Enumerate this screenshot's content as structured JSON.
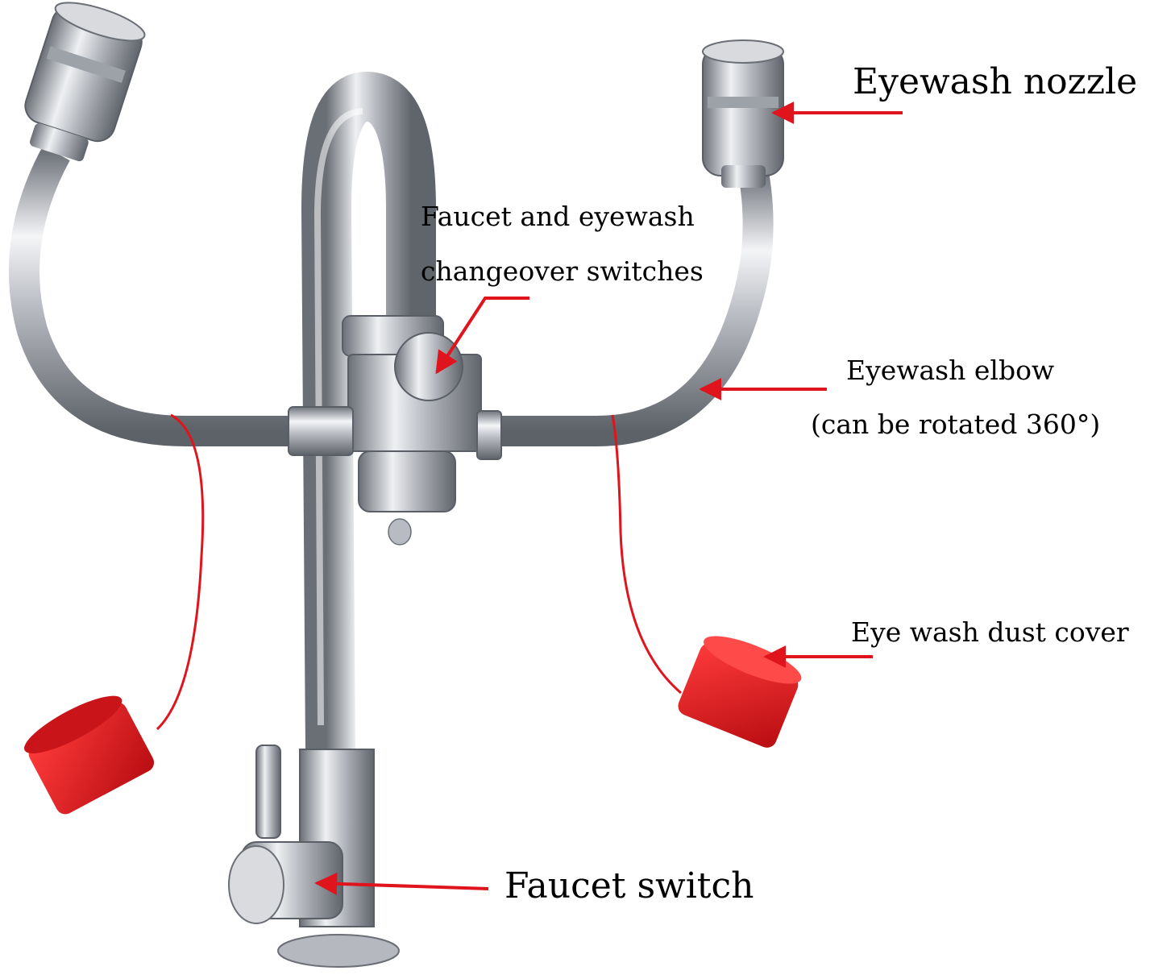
{
  "labels": {
    "eyewash_nozzle": "Eyewash nozzle",
    "changeover_line1": "Faucet and eyewash",
    "changeover_line2": "changeover switches",
    "elbow_line1": "Eyewash elbow",
    "elbow_line2": "(can be rotated 360°)",
    "dust_cover": "Eye wash dust cover",
    "faucet_switch": "Faucet switch"
  },
  "colors": {
    "arrow": "#e0141c",
    "dust_cover": "#e3191f",
    "steel_light": "#f1f1f3",
    "steel_dark": "#8c8f96"
  }
}
